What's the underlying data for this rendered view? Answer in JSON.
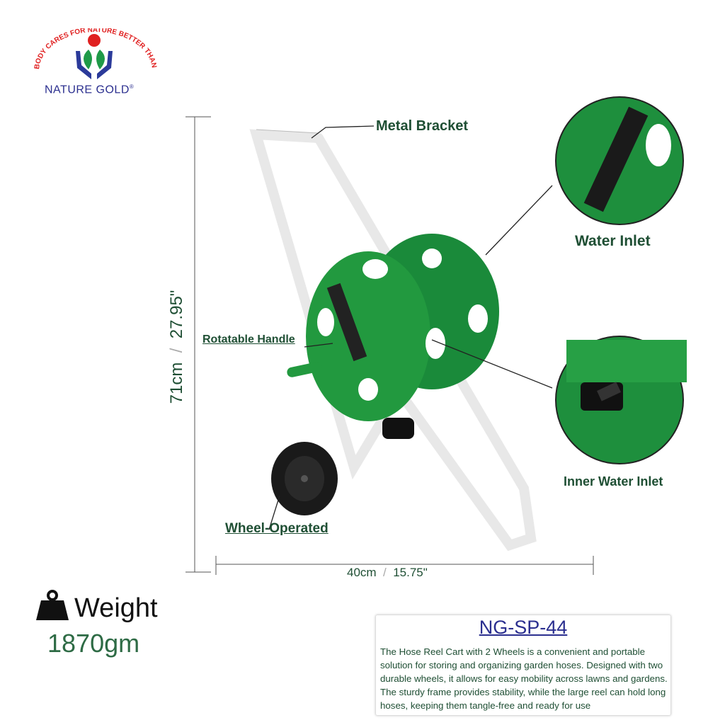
{
  "brand": {
    "name": "NATURE GOLD",
    "tagline": "\"NOBODY CARES FOR NATURE BETTER THAN US\"",
    "registered_mark": "®"
  },
  "callouts": {
    "metal_bracket": "Metal Bracket",
    "water_inlet": "Water Inlet",
    "rotatable_handle": "Rotatable Handle",
    "inner_water_inlet": "Inner Water Inlet",
    "wheel_operated": "Wheel-Operated"
  },
  "dimensions": {
    "height_cm": "71cm",
    "height_in": "27.95\"",
    "width_cm": "40cm",
    "width_in": "15.75\""
  },
  "weight": {
    "label": "Weight",
    "value": "1870gm",
    "icon": "weight-icon"
  },
  "product": {
    "model": "NG-SP-44",
    "description": "The Hose Reel Cart with 2 Wheels is a convenient and portable solution for storing and organizing garden hoses. Designed with two durable wheels, it allows for easy mobility across lawns and gardens. The sturdy frame provides stability, while the large reel can hold long hoses, keeping them tangle-free and ready for use"
  },
  "colors": {
    "green": "#1f8a3c",
    "dark_green": "#1f4f34",
    "navy": "#2b2f8f",
    "red": "#e02020"
  }
}
